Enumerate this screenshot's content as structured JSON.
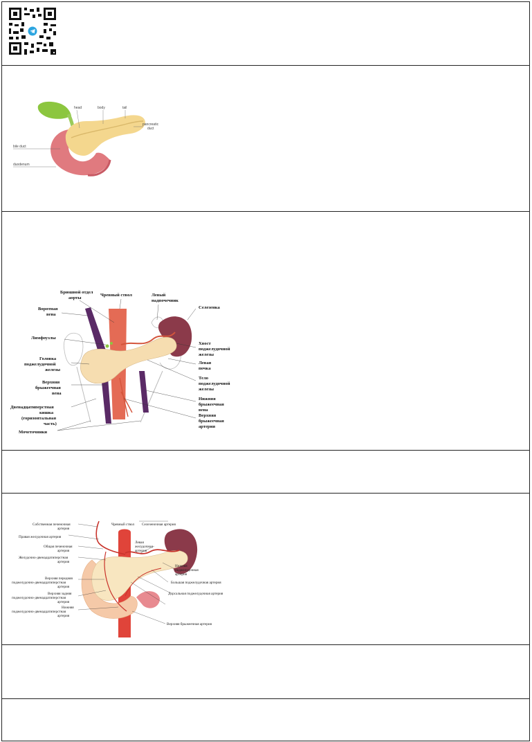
{
  "qr": {
    "icon": "telegram-icon"
  },
  "figure1": {
    "labels": {
      "head": "head",
      "body": "body",
      "tail": "tail",
      "pancreatic_duct_1": "pancreatic",
      "pancreatic_duct_2": "duct",
      "bile_duct": "bile duct",
      "duodenum": "duodenum"
    }
  },
  "figure2": {
    "labels": {
      "aorta_1": "Брюшной отдел",
      "aorta_2": "аорты",
      "celiac": "Чревный ствол",
      "adrenal_1": "Левый",
      "adrenal_2": "надпочечник",
      "portal_1": "Воротная",
      "portal_2": "вена",
      "spleen": "Селезенка",
      "lymph": "Лимфоузлы",
      "tail_1": "Хвост",
      "tail_2": "поджелудочной",
      "tail_3": "железы",
      "head_1": "Головка",
      "head_2": "поджелудочной",
      "head_3": "железы",
      "kidney_1": "Левая",
      "kidney_2": "почка",
      "body_1": "Тело",
      "body_2": "поджелудочной",
      "body_3": "железы",
      "smv_1": "Верхняя",
      "smv_2": "брыжеечная",
      "smv_3": "вена",
      "imv_1": "Нижняя",
      "imv_2": "брыжеечная",
      "imv_3": "вена",
      "duod_1": "Двенадцатиперстная",
      "duod_2": "кишка",
      "duod_3": "(горизонтальная",
      "duod_4": "часть)",
      "sma_1": "Верхняя",
      "sma_2": "брыжеечная",
      "sma_3": "артерия",
      "ureters": "Мочеточники"
    }
  },
  "figure3": {
    "labels": {
      "phepatic_1": "Собственная печеночная",
      "phepatic_2": "артерия",
      "celiac": "Чревный ствол",
      "splenic_a": "Селезеночная артерия",
      "rgastric": "Правая желудочная артерия",
      "lgastric_1": "Левая",
      "lgastric_2": "желудочная",
      "lgastric_3": "артерия",
      "chepatic_1": "Общая печеночная",
      "chepatic_2": "артерия",
      "gastroduod_1": "Желудочно-двенадцатиперстная",
      "gastroduod_2": "артерия",
      "ipanc_1": "Нижняя",
      "ipanc_2": "поджелудочная",
      "ipanc_3": "артерия",
      "aspd_1": "Верхняя передняя",
      "aspd_2": "поджелудочно-двенадцатиперстная",
      "aspd_3": "артерия",
      "gpanc": "Большая поджелудочная артерия",
      "pspd_1": "Верхняя задняя",
      "pspd_2": "поджелудочно-двенадцатиперстная",
      "pspd_3": "артерия",
      "dpanc": "Дорсальная поджелудочная артерия",
      "ipd_1": "Нижняя",
      "ipd_2": "поджелудочно-двенадцатиперстная",
      "ipd_3": "артерия",
      "sma": "Верхняя брыжеечная артерия"
    }
  }
}
